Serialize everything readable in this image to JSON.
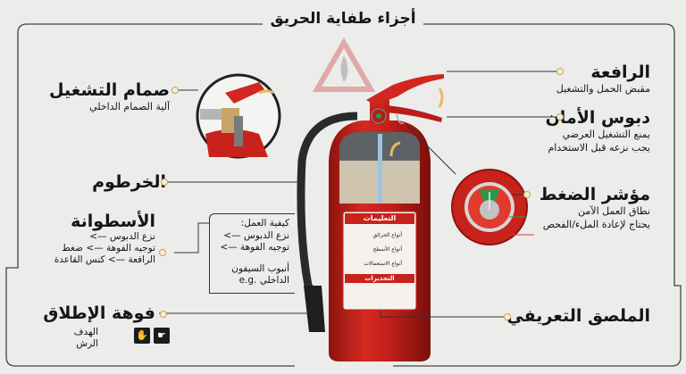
{
  "title": "أجزاء طفاية الحريق",
  "labels": {
    "operating_valve": {
      "heading": "صمام التشغيل",
      "sub": "آلية الصمام الداخلي"
    },
    "lever": {
      "heading": "الرافعة",
      "sub": "مقبض الحمل والتشغيل"
    },
    "safety_pin": {
      "heading": "دبوس الأمان",
      "sub_lines": [
        "يمنع التشغيل العرضي",
        "يجب نزعه قبل الاستخدام"
      ]
    },
    "hose": {
      "heading": "الخرطوم"
    },
    "pressure_gauge": {
      "heading": "مؤشر الضغط",
      "sub_lines": [
        "نطاق العمل الآمن",
        "يحتاج لإعادة الملء/الفحص"
      ]
    },
    "cylinder": {
      "heading": "الأسطوانة",
      "sub_lines": [
        "نزع الدبوس —>",
        "توجيه الفوهة —> ضغط",
        "الرافعة —> كنس القاعدة"
      ]
    },
    "nozzle": {
      "heading": "فوهة الإطلاق",
      "sub_lines": [
        "الهدف",
        "الرش"
      ]
    },
    "id_label": {
      "heading": "الملصق التعريفي"
    }
  },
  "how_to_box": {
    "lines": [
      "كيفية العمل:",
      "نزع الدبوس —>",
      "توجيه الفوهة —>",
      "",
      "أنبوب السيفون",
      "الداخلي .e.g"
    ]
  },
  "extinguisher_label": {
    "header": "التعليمات",
    "footer": "التحذيرات",
    "rows": [
      "أنواع الحرائق",
      "أنواع الأسطح",
      "أنواع الاستعمالات"
    ]
  },
  "colors": {
    "extinguisher_red": "#c8221c",
    "background": "#ececeb",
    "line": "#333333",
    "gauge_green": "#2a9a4a",
    "gauge_red_line": "#d43a3a",
    "dot_gold": "#c8a24a"
  }
}
